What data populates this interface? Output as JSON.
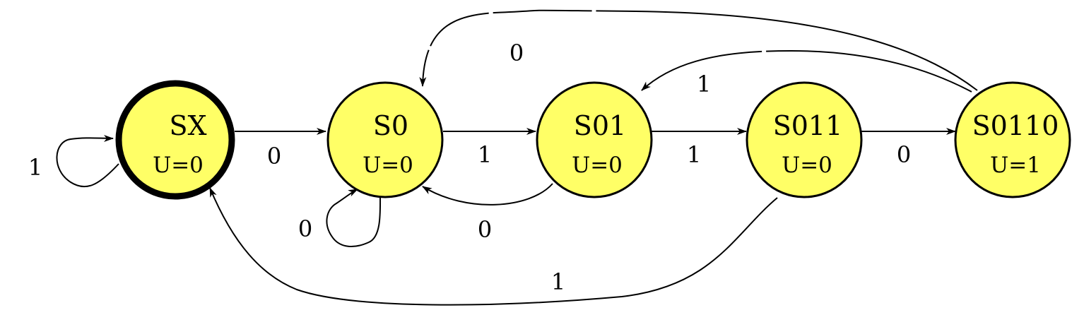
{
  "colors": {
    "state_fill": "#ffff66",
    "stroke": "#000000",
    "background": "#ffffff"
  },
  "states": [
    {
      "id": "SX",
      "name": "SX",
      "output": "U=0",
      "initial": true
    },
    {
      "id": "S0",
      "name": "S0",
      "output": "U=0",
      "initial": false
    },
    {
      "id": "S01",
      "name": "S01",
      "output": "U=0",
      "initial": false
    },
    {
      "id": "S011",
      "name": "S011",
      "output": "U=0",
      "initial": false
    },
    {
      "id": "S0110",
      "name": "S0110",
      "output": "U=1",
      "initial": false
    }
  ],
  "transitions": [
    {
      "id": "sx-self",
      "from": "SX",
      "to": "SX",
      "label": "1"
    },
    {
      "id": "sx-s0",
      "from": "SX",
      "to": "S0",
      "label": "0"
    },
    {
      "id": "s0-self",
      "from": "S0",
      "to": "S0",
      "label": "0"
    },
    {
      "id": "s0-s01",
      "from": "S0",
      "to": "S01",
      "label": "1"
    },
    {
      "id": "s01-s0",
      "from": "S01",
      "to": "S0",
      "label": "0"
    },
    {
      "id": "s01-s011",
      "from": "S01",
      "to": "S011",
      "label": "1"
    },
    {
      "id": "s011-sx",
      "from": "S011",
      "to": "SX",
      "label": "1"
    },
    {
      "id": "s011-s0110",
      "from": "S011",
      "to": "S0110",
      "label": "0"
    },
    {
      "id": "s0110-s0",
      "from": "S0110",
      "to": "S0",
      "label": "0"
    },
    {
      "id": "s0110-s01",
      "from": "S0110",
      "to": "S01",
      "label": "1"
    }
  ]
}
